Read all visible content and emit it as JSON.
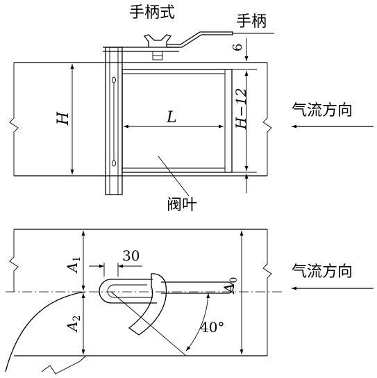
{
  "top_view": {
    "label_handle_type": "手柄式",
    "label_handle": "手柄",
    "label_blade": "阀叶",
    "label_airflow": "气流方向",
    "dim_H": "H",
    "dim_L": "L",
    "dim_6": "6",
    "dim_H_minus_12": "H−12"
  },
  "bottom_view": {
    "label_airflow": "气流方向",
    "dim_30": "30",
    "dim_A1_main": "A",
    "dim_A1_sub": "1",
    "dim_A2_main": "A",
    "dim_A2_sub": "2",
    "dim_A0_main": "A",
    "dim_A0_sub": "0",
    "dim_angle": "40°"
  }
}
